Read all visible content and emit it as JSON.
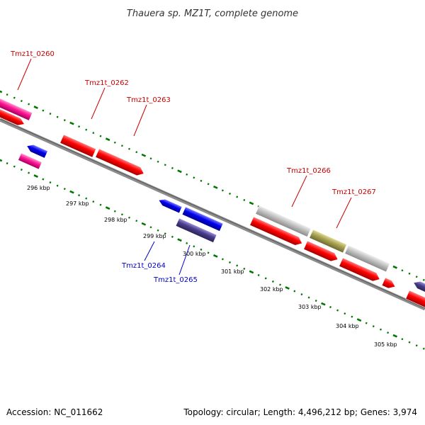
{
  "map_title": "Thauera sp. MZ1T, complete genome",
  "accession_line": "Accession: NC_011662",
  "summary_line": "Topology: circular; Length: 4,496,212 bp; Genes: 3,974",
  "colors": {
    "red_gene": "#ff0000",
    "pink_gene": "#ff1493",
    "blue_gene": "#0000ee",
    "navy_gene": "#483d8b",
    "gray_gene": "#c0c0c0",
    "olive_gene": "#a6a050",
    "backbone": "#7f7f7f",
    "tick_green": "#007700",
    "label_red": "#cc0000",
    "label_blue": "#0000cc"
  },
  "tick_labels": [
    "296 kbp",
    "297 kbp",
    "298 kbp",
    "299 kbp",
    "300 kbp",
    "301 kbp",
    "302 kbp",
    "303 kbp",
    "304 kbp",
    "305 kbp"
  ],
  "labels_forward": [
    "Tmz1t_0260",
    "Tmz1t_0262",
    "Tmz1t_0263",
    "Tmz1t_0266",
    "Tmz1t_0267"
  ],
  "labels_reverse": [
    "Tmz1t_0264",
    "Tmz1t_0265"
  ]
}
